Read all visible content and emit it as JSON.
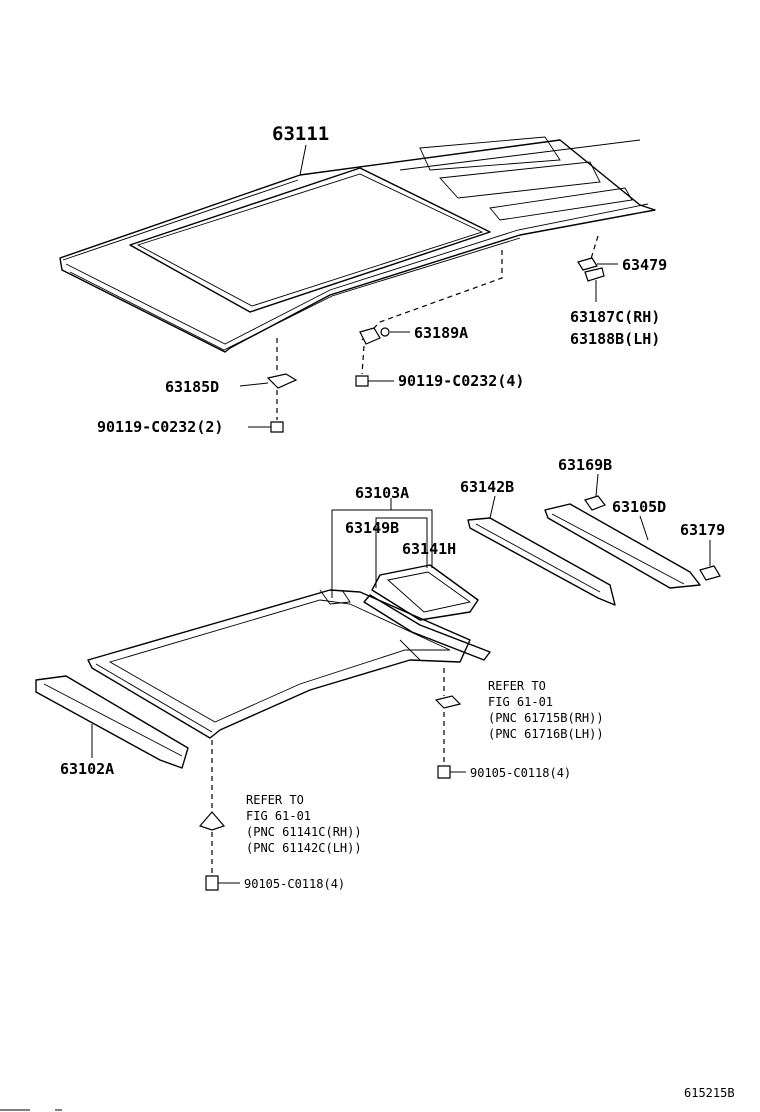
{
  "labels": {
    "p63111": "63111",
    "p63479": "63479",
    "p63187c": "63187C(RH)",
    "p63188b": "63188B(LH)",
    "p63189a": "63189A",
    "p90119_4": "90119-C0232(4)",
    "p63185d": "63185D",
    "p90119_2": "90119-C0232(2)",
    "p63103a": "63103A",
    "p63149b": "63149B",
    "p63141h": "63141H",
    "p63142b": "63142B",
    "p63169b": "63169B",
    "p63105d": "63105D",
    "p63179": "63179",
    "p63102a": "63102A",
    "p90105_right": "90105-C0118(4)",
    "p90105_bottom": "90105-C0118(4)"
  },
  "refer_right": {
    "line1": "REFER TO",
    "line2": "FIG 61-01",
    "line3": "(PNC 61715B(RH))",
    "line4": "(PNC 61716B(LH))"
  },
  "refer_left": {
    "line1": "REFER TO",
    "line2": "FIG 61-01",
    "line3": "(PNC 61141C(RH))",
    "line4": "(PNC 61142C(LH))"
  },
  "figure_id": "615215B"
}
